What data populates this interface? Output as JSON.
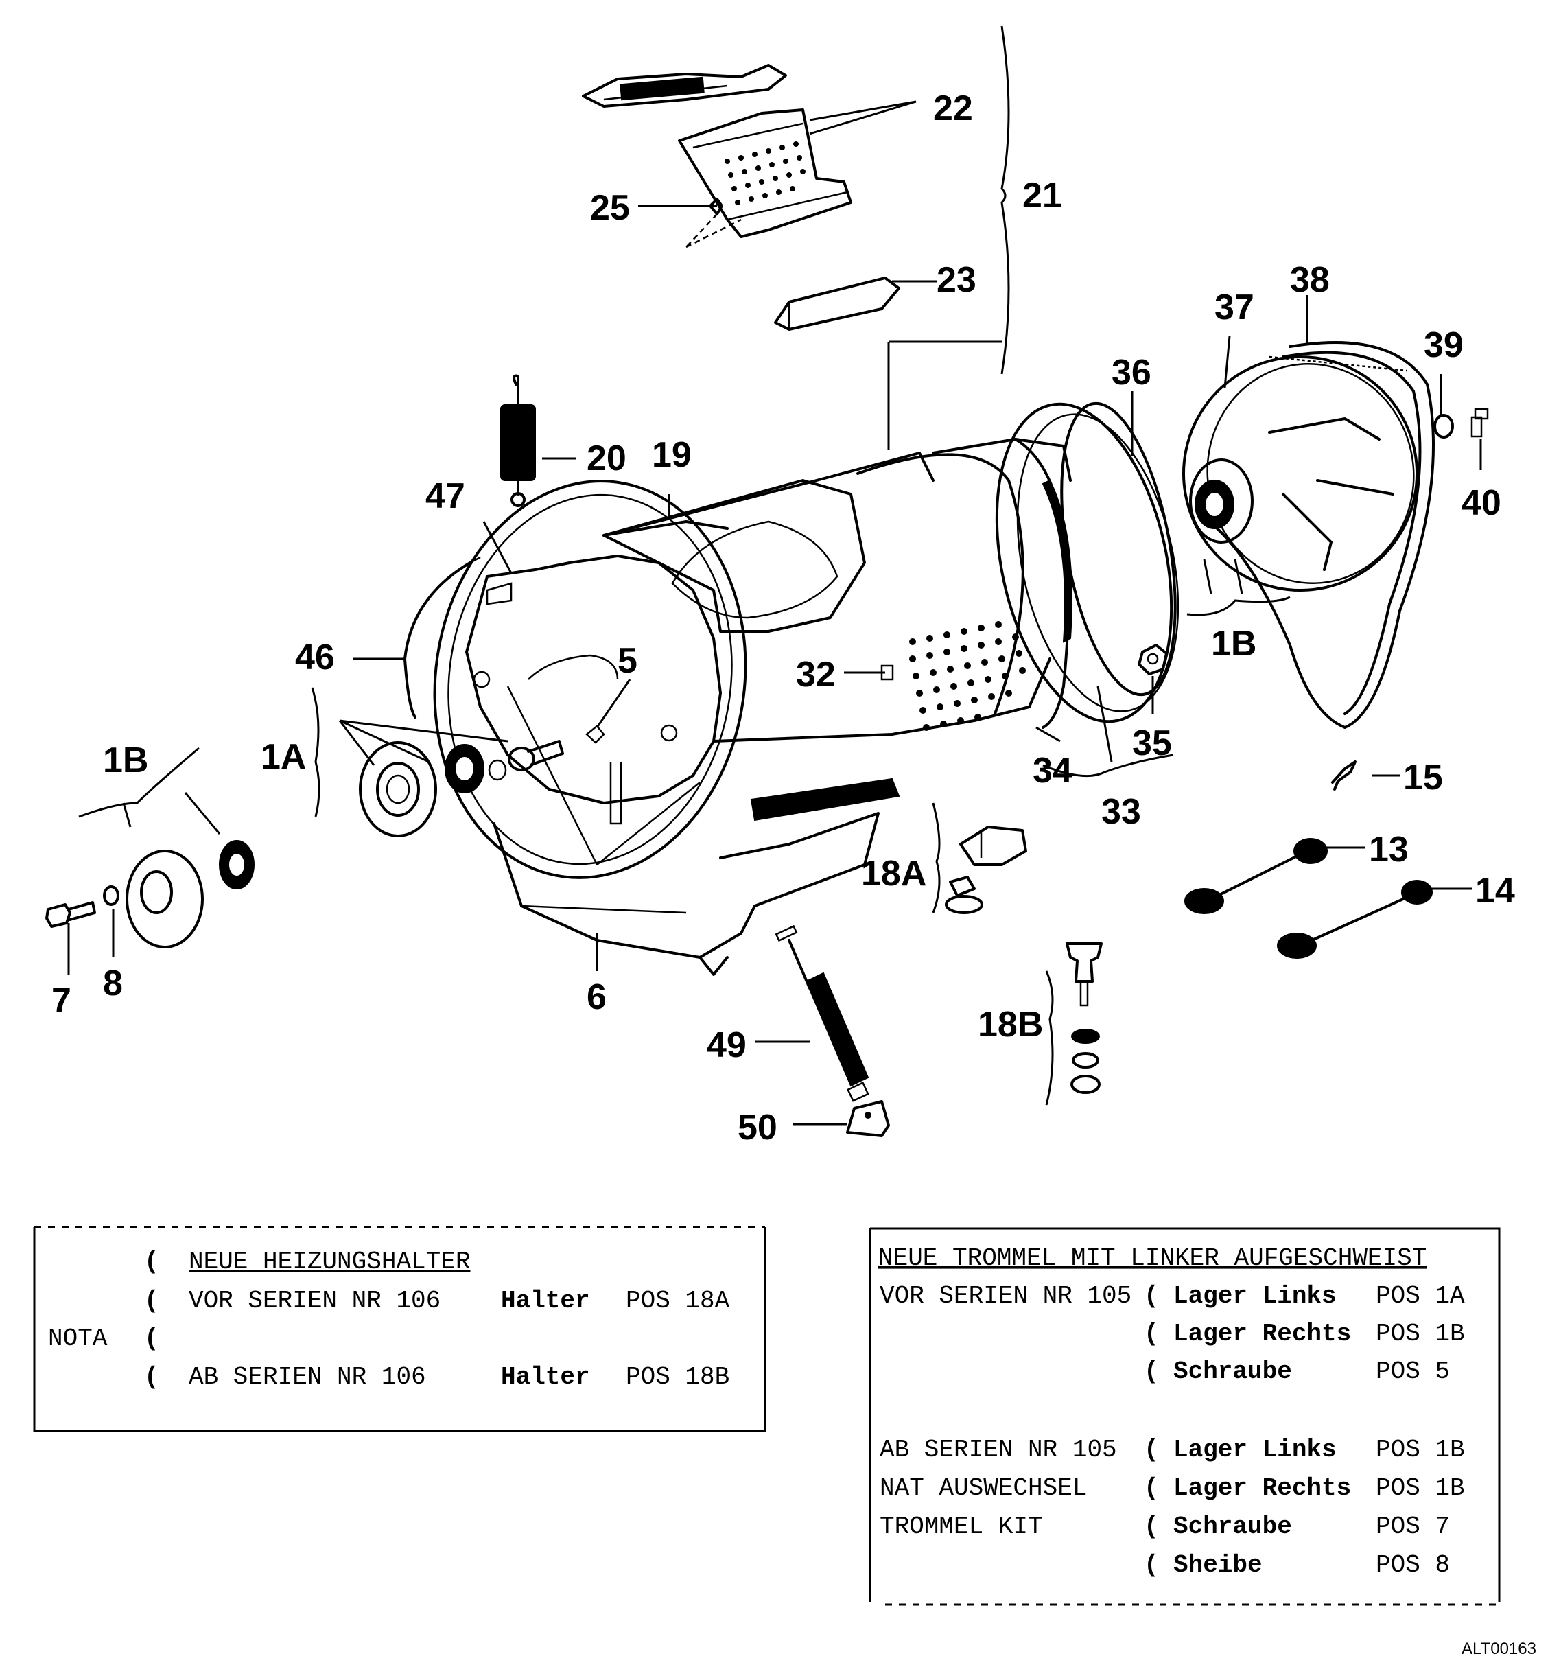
{
  "diagram": {
    "callouts": {
      "c22": "22",
      "c21": "21",
      "c25": "25",
      "c23": "23",
      "c38": "38",
      "c37": "37",
      "c39": "39",
      "c36": "36",
      "c40": "40",
      "c20": "20",
      "c19": "19",
      "c47": "47",
      "c46": "46",
      "c5": "5",
      "c1A": "1A",
      "c1B_left": "1B",
      "c32": "32",
      "c1B_right": "1B",
      "c35": "35",
      "c34": "34",
      "c33": "33",
      "c15": "15",
      "c13": "13",
      "c14": "14",
      "c18A": "18A",
      "c7": "7",
      "c8": "8",
      "c6": "6",
      "c18B": "18B",
      "c49": "49",
      "c50": "50"
    },
    "reference": "ALT00163"
  },
  "note_left": {
    "label": "NOTA",
    "rows": [
      {
        "paren": "(",
        "text": "NEUE HEIZUNGSHALTER",
        "item": "",
        "pos": ""
      },
      {
        "paren": "(",
        "text": "VOR SERIEN NR 106",
        "item": "Halter",
        "pos": "POS 18A"
      },
      {
        "paren": "(",
        "text": "",
        "item": "",
        "pos": ""
      },
      {
        "paren": "(",
        "text": "AB SERIEN NR 106",
        "item": "Halter",
        "pos": "POS 18B"
      }
    ]
  },
  "note_right": {
    "title": "NEUE TROMMEL MIT LINKER AUFGESCHWEIST",
    "groups": [
      {
        "labels": [
          "VOR SERIEN NR 105",
          "",
          ""
        ],
        "items": [
          {
            "paren": "(",
            "name": "Lager Links",
            "pos": "POS 1A"
          },
          {
            "paren": "(",
            "name": "Lager Rechts",
            "pos": "POS 1B"
          },
          {
            "paren": "(",
            "name": "Schraube",
            "pos": "POS 5"
          }
        ]
      },
      {
        "labels": [
          "AB SERIEN NR 105",
          "NAT AUSWECHSEL",
          "TROMMEL KIT",
          ""
        ],
        "items": [
          {
            "paren": "(",
            "name": "Lager Links",
            "pos": "POS 1B"
          },
          {
            "paren": "(",
            "name": "Lager Rechts",
            "pos": "POS 1B"
          },
          {
            "paren": "(",
            "name": "Schraube",
            "pos": "POS 7"
          },
          {
            "paren": "(",
            "name": "Sheibe",
            "pos": "POS 8"
          }
        ]
      }
    ]
  }
}
